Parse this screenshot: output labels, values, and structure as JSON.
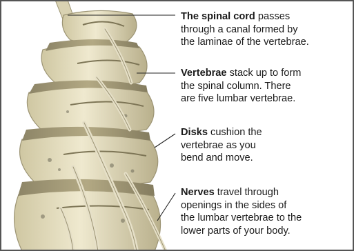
{
  "diagram": {
    "labels": [
      {
        "term": "The spinal cord",
        "lines": [
          "passes",
          "through a canal formed by",
          "the laminae of the vertebrae."
        ]
      },
      {
        "term": "Vertebrae",
        "lines": [
          "stack up to form",
          "the spinal column. There",
          "are five lumbar vertebrae."
        ]
      },
      {
        "term": "Disks",
        "lines": [
          "cushion the",
          "vertebrae as you",
          "bend and move."
        ]
      },
      {
        "term": "Nerves",
        "lines": [
          "travel through",
          "openings in the sides of",
          "the lumbar vertebrae to the",
          "lower parts of your body."
        ]
      }
    ],
    "colors": {
      "bone_light": "#e8e2c4",
      "bone_shadow": "#b5ad86",
      "disk": "#a99f7c",
      "disk_speckle": "#6d6a58",
      "nerve": "#e6e0c8",
      "leader_line": "#222222",
      "frame_border": "#555555"
    }
  }
}
